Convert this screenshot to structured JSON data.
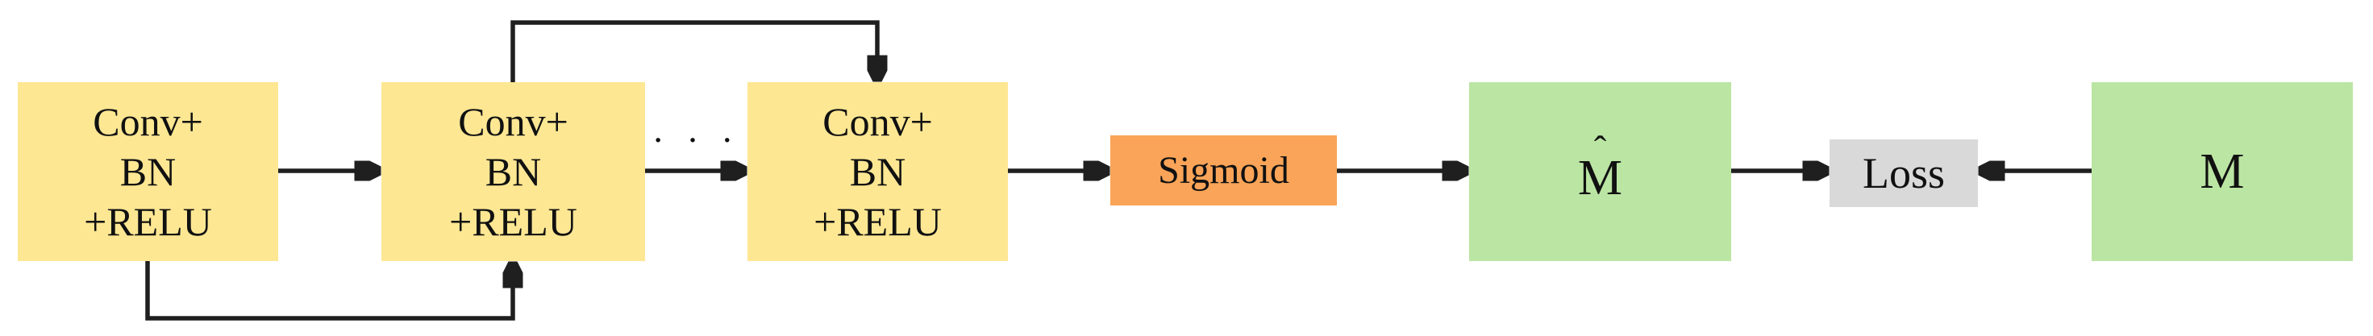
{
  "blocks": {
    "conv1": {
      "lines": [
        "Conv+",
        "BN",
        "+RELU"
      ]
    },
    "conv2": {
      "lines": [
        "Conv+",
        "BN",
        "+RELU"
      ]
    },
    "conv3": {
      "lines": [
        "Conv+",
        "BN",
        "+RELU"
      ]
    },
    "sigmoid": {
      "label": "Sigmoid"
    },
    "m_hat": {
      "hat": "ˆ",
      "letter": "M"
    },
    "loss": {
      "label": "Loss"
    },
    "m": {
      "label": "M"
    }
  },
  "ellipsis": "· · ·",
  "colors": {
    "conv_block": "#FDE793",
    "sigmoid_block": "#F9A458",
    "output_block": "#BBE5A3",
    "loss_block": "#D9D9D9",
    "arrow": "#1F1F1F",
    "text": "#111111"
  }
}
